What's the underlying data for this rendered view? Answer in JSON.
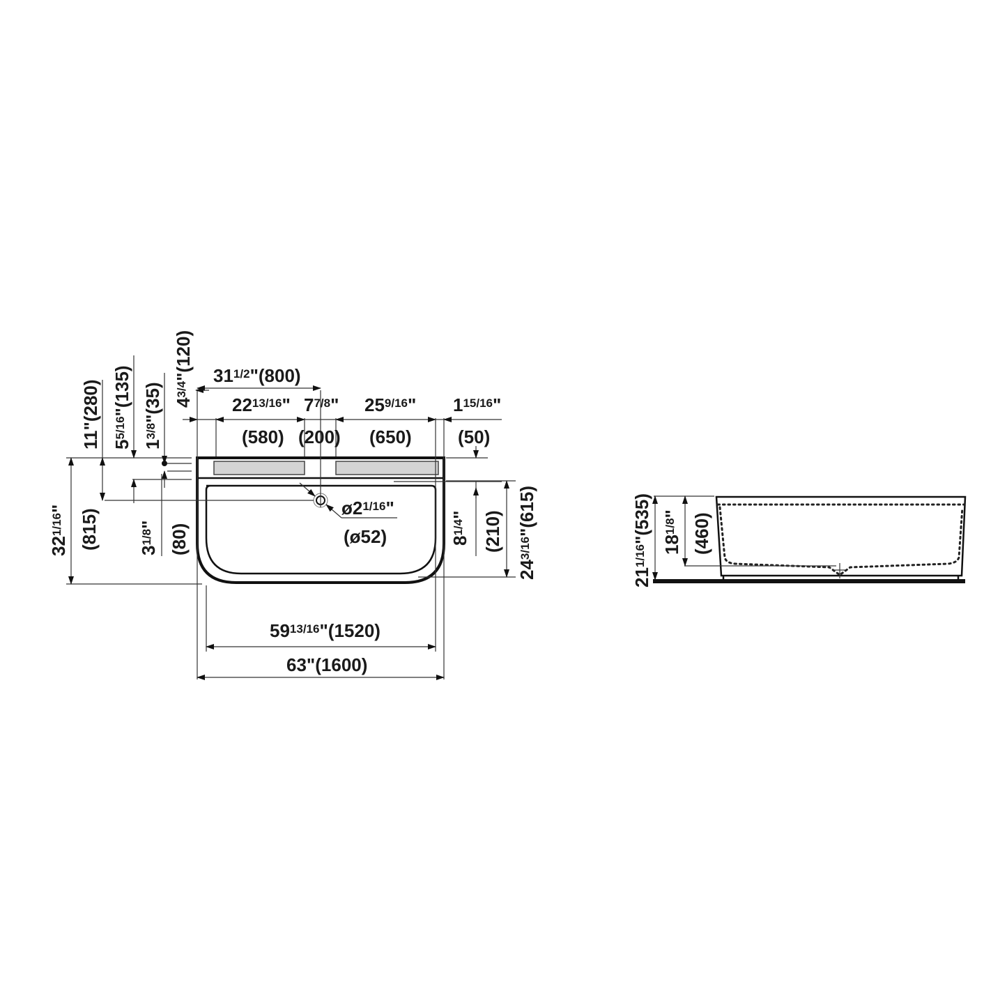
{
  "drawing": {
    "top_view": {
      "widths": {
        "overall_top": "31½\" (800)",
        "overall_top_in": "31",
        "overall_top_frac": "1/2",
        "overall_top_mm": "(800)",
        "seg1_in": "22",
        "seg1_frac": "13/16",
        "seg1_mm": "(580)",
        "seg2_in": "7",
        "seg2_frac": "7/8",
        "seg2_mm": "(200)",
        "seg3_in": "25",
        "seg3_frac": "9/16",
        "seg3_mm": "(650)",
        "seg4_in": "1",
        "seg4_frac": "15/16",
        "seg4_mm": "(50)",
        "inner_width_in": "59",
        "inner_width_frac": "13/16",
        "inner_width_mm": "(1520)",
        "outer_width_in": "63",
        "outer_width_mm": "(1600)"
      },
      "drain": {
        "dia_in": "ø2",
        "dia_frac": "1/16",
        "dia_mm": "(ø52)"
      },
      "left_heights": {
        "h1_in": "11",
        "h1_mm": "(280)",
        "h2_in": "5",
        "h2_frac": "5/16",
        "h2_mm": "(135)",
        "h3_in": "1",
        "h3_frac": "3/8",
        "h3_mm": "(35)",
        "h4_in": "4",
        "h4_frac": "3/4",
        "h4_mm": "(120)",
        "h5_in": "3",
        "h5_frac": "1/8",
        "h5_mm": "(80)",
        "depth_in": "32",
        "depth_frac": "1/16",
        "depth_mm": "(815)"
      },
      "right_heights": {
        "r1_in": "8",
        "r1_frac": "1/4",
        "r1_mm": "(210)",
        "r2_in": "24",
        "r2_frac": "3/16",
        "r2_mm": "(615)"
      }
    },
    "side_view": {
      "outer_height_in": "21",
      "outer_height_frac": "1/16",
      "outer_height_mm": "(535)",
      "inner_depth_in": "18",
      "inner_depth_frac": "1/8",
      "inner_depth_mm": "(460)"
    }
  }
}
